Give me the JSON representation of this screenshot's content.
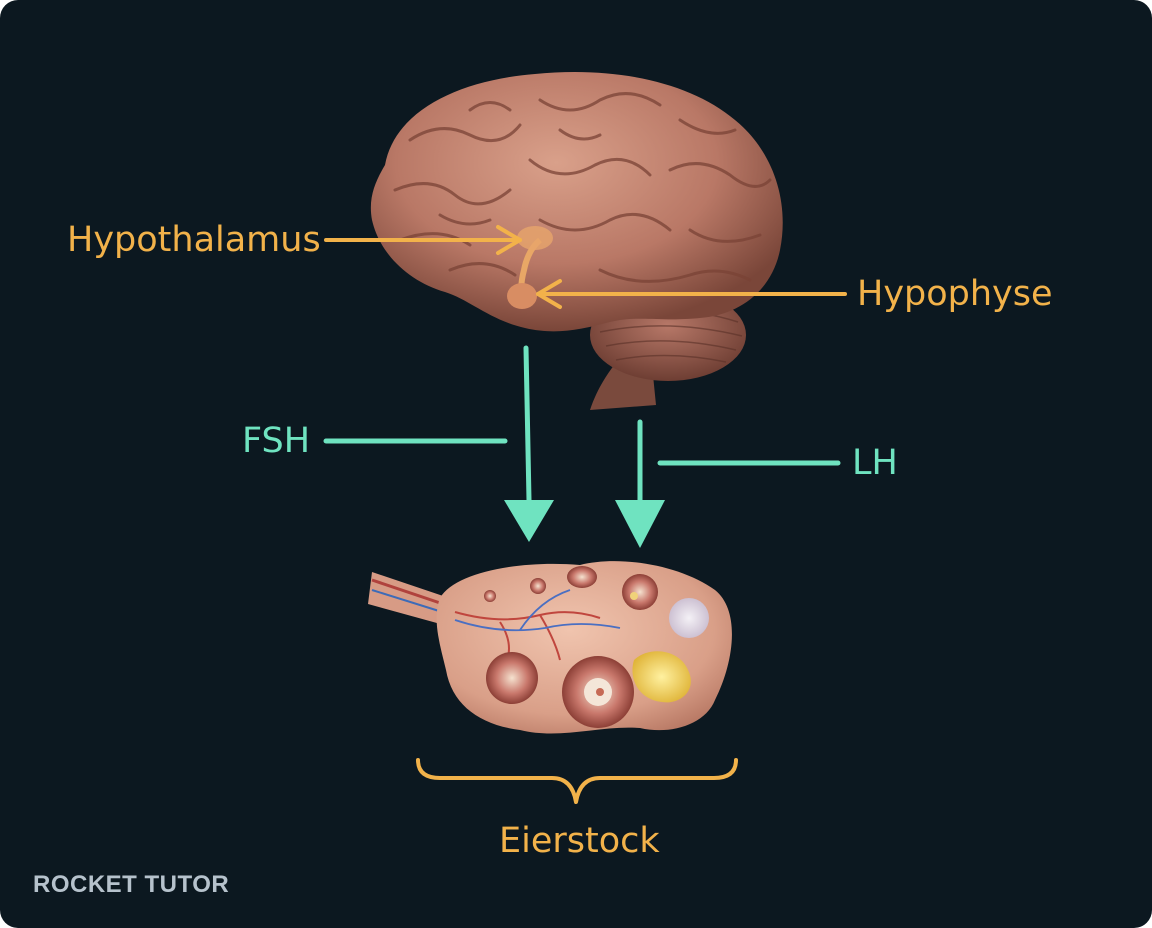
{
  "labels": {
    "hypothalamus": "Hypothalamus",
    "hypophyse": "Hypophyse",
    "fsh": "FSH",
    "lh": "LH",
    "eierstock": "Eierstock"
  },
  "logo": "ROCKET TUTOR",
  "colors": {
    "background": "#0c1820",
    "structure_label": "#f2b24a",
    "hormone_label": "#6fe3c0"
  }
}
